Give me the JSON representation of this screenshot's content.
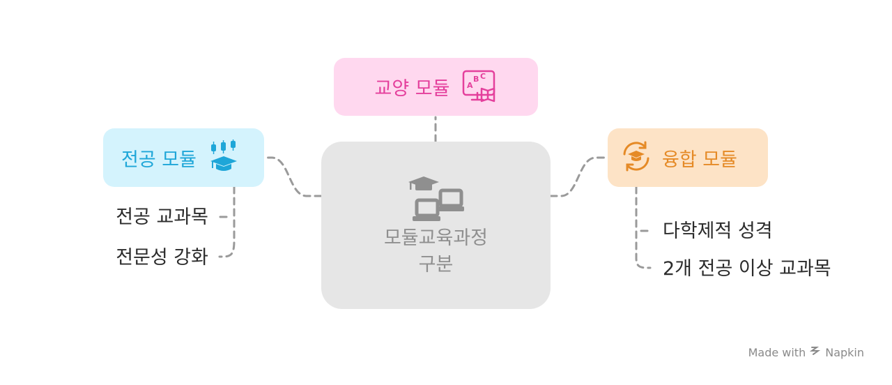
{
  "center": {
    "line1": "모듈교육과정",
    "line2": "구분",
    "icon": "graduation-cap-laptops-icon"
  },
  "top_module": {
    "label": "교양 모듈",
    "icon": "abc-book-icon"
  },
  "left_module": {
    "label": "전공 모듈",
    "icon": "graduation-cap-chart-icon",
    "items": [
      "전공 교과목",
      "전문성 강화"
    ]
  },
  "right_module": {
    "label": "융합 모듈",
    "icon": "refresh-graduation-icon",
    "items": [
      "다학제적 성격",
      "2개 전공 이상 교과목"
    ]
  },
  "footer": {
    "made_with": "Made with",
    "brand": "Napkin",
    "icon": "napkin-logo-icon"
  },
  "colors": {
    "center_bg": "#e6e6e6",
    "top_bg": "#ffd8ef",
    "top_fg": "#e43f9c",
    "left_bg": "#d4f3fd",
    "left_fg": "#1ea6d8",
    "right_bg": "#fde3c6",
    "right_fg": "#e58a26",
    "connector": "#9a9a9a"
  }
}
